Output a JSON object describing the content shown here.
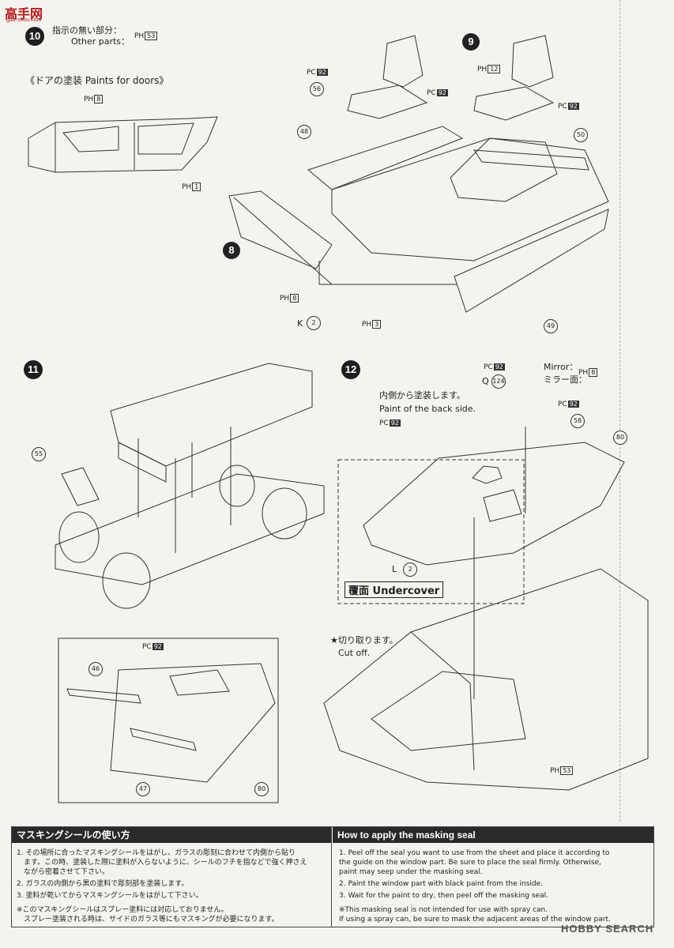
{
  "watermark": {
    "title": "高手网",
    "url": "gao-shou.com"
  },
  "step10": {
    "number": "10",
    "no_instruction_jp": "指示の無い部分：",
    "no_instruction_en": "Other parts：",
    "other_parts_code": "PH",
    "other_parts_num": "53",
    "doors_heading": "《ドアの塗装 Paints for doors》",
    "door_code_top": "PH",
    "door_num_top": "8",
    "door_code_bottom": "PH",
    "door_num_bottom": "1",
    "sub_steps": [
      "9",
      "8"
    ],
    "parts": [
      "56",
      "48",
      "50",
      "49"
    ],
    "paint_labels": [
      {
        "code": "PC",
        "num": "92"
      },
      {
        "code": "PC",
        "num": "92"
      },
      {
        "code": "PH",
        "num": "12"
      },
      {
        "code": "PC",
        "num": "92"
      },
      {
        "code": "PH",
        "num": "8"
      },
      {
        "code": "PH",
        "num": "3"
      }
    ],
    "k_label": "K",
    "k_num": "2"
  },
  "step11": {
    "number": "11",
    "part": "55"
  },
  "step12": {
    "number": "12",
    "paint_jp": "内側から塗装します。",
    "paint_en": "Paint of the back side.",
    "pc_code": "PC",
    "pc_num": "92",
    "q_label": "Q",
    "q_num": "124",
    "mirror_en": "Mirror：",
    "mirror_jp": "ミラー面：",
    "mirror_code": "PH",
    "mirror_num": "8",
    "pc58_code": "PC",
    "pc58_num": "92",
    "parts": [
      "58",
      "80"
    ],
    "l_label": "L",
    "l_num": "2",
    "undercover": "覆面 Undercover",
    "cut_jp": "★切り取ります。",
    "cut_en": "Cut off.",
    "body_code": "PH",
    "body_num": "53"
  },
  "window_detail": {
    "pc_code": "PC",
    "pc_num": "92",
    "parts": [
      "46",
      "47",
      "80"
    ]
  },
  "masking": {
    "jp_title": "マスキングシールの使い方",
    "jp_lines": [
      "1. その場所に合ったマスキングシールをはがし、ガラスの彫刻に合わせて内側から貼り",
      "　ます。この時、塗装した際に塗料が入らないように、シールのフチを指などで強く押さえ",
      "　ながら密着させて下さい。",
      "2. ガラスの内側から黒の塗料で彫刻部を塗装します。",
      "3. 塗料が乾いてからマスキングシールをはがして下さい。",
      "※このマスキングシールはスプレー塗料には対応しておりません。",
      "　スプレー塗装される時は、サイドのガラス等にもマスキングが必要になります。"
    ],
    "en_title": "How to apply the masking seal",
    "en_lines": [
      "1.  Peel off the seal you want to use from the sheet and place it according to",
      "     the guide on the window part. Be sure to place the seal firmly. Otherwise,",
      "     paint may seep under the masking seal.",
      "2.  Paint the window part with black paint from the inside.",
      "3.  Wait for the paint to dry, then peel off the masking seal.",
      "※This masking seal is not intended for use with spray can.",
      "   If using a spray can, be sure to mask the adjacent areas of the window part."
    ]
  },
  "brand": "HOBBY SEARCH"
}
